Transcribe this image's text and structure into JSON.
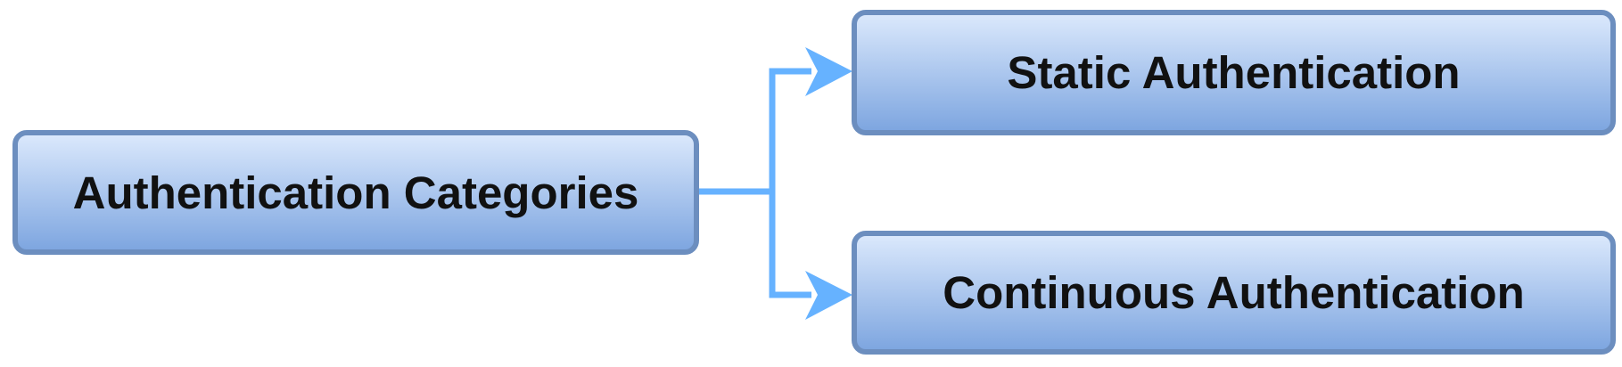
{
  "nodes": {
    "root": "Authentication Categories",
    "child_top": "Static Authentication",
    "child_bottom": "Continuous Authentication"
  },
  "colors": {
    "box_border": "#6c8ebf",
    "box_top": "#dae8fc",
    "box_bottom": "#7ea6e0",
    "connector": "#66b2ff"
  }
}
